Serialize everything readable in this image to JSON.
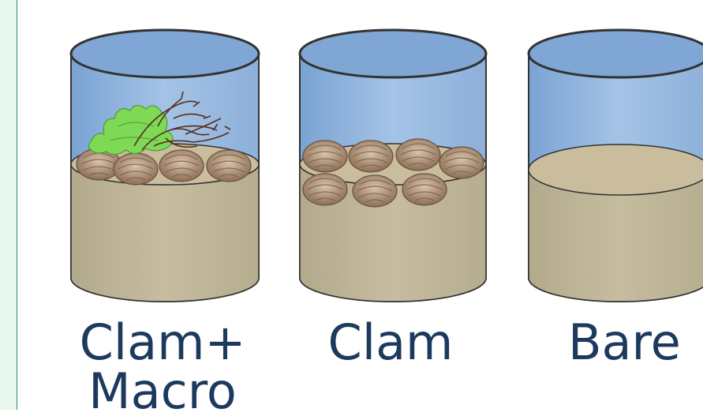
{
  "labels": {
    "clam_macro_line1": "Clam+",
    "clam_macro_line2": "Macro",
    "clam": "Clam",
    "bare": "Bare"
  },
  "colors": {
    "water_top": "#7fa6d4",
    "water_body": "#8eb4dd",
    "sediment": "#bcb194",
    "clam_shell": "#a8876a",
    "macroalgae_green": "#7ed957",
    "macroalgae_brown": "#5a2e1a",
    "label_text": "#1d3a5e"
  },
  "icons": [
    "cylinder-clam-macro",
    "cylinder-clam",
    "cylinder-bare"
  ]
}
